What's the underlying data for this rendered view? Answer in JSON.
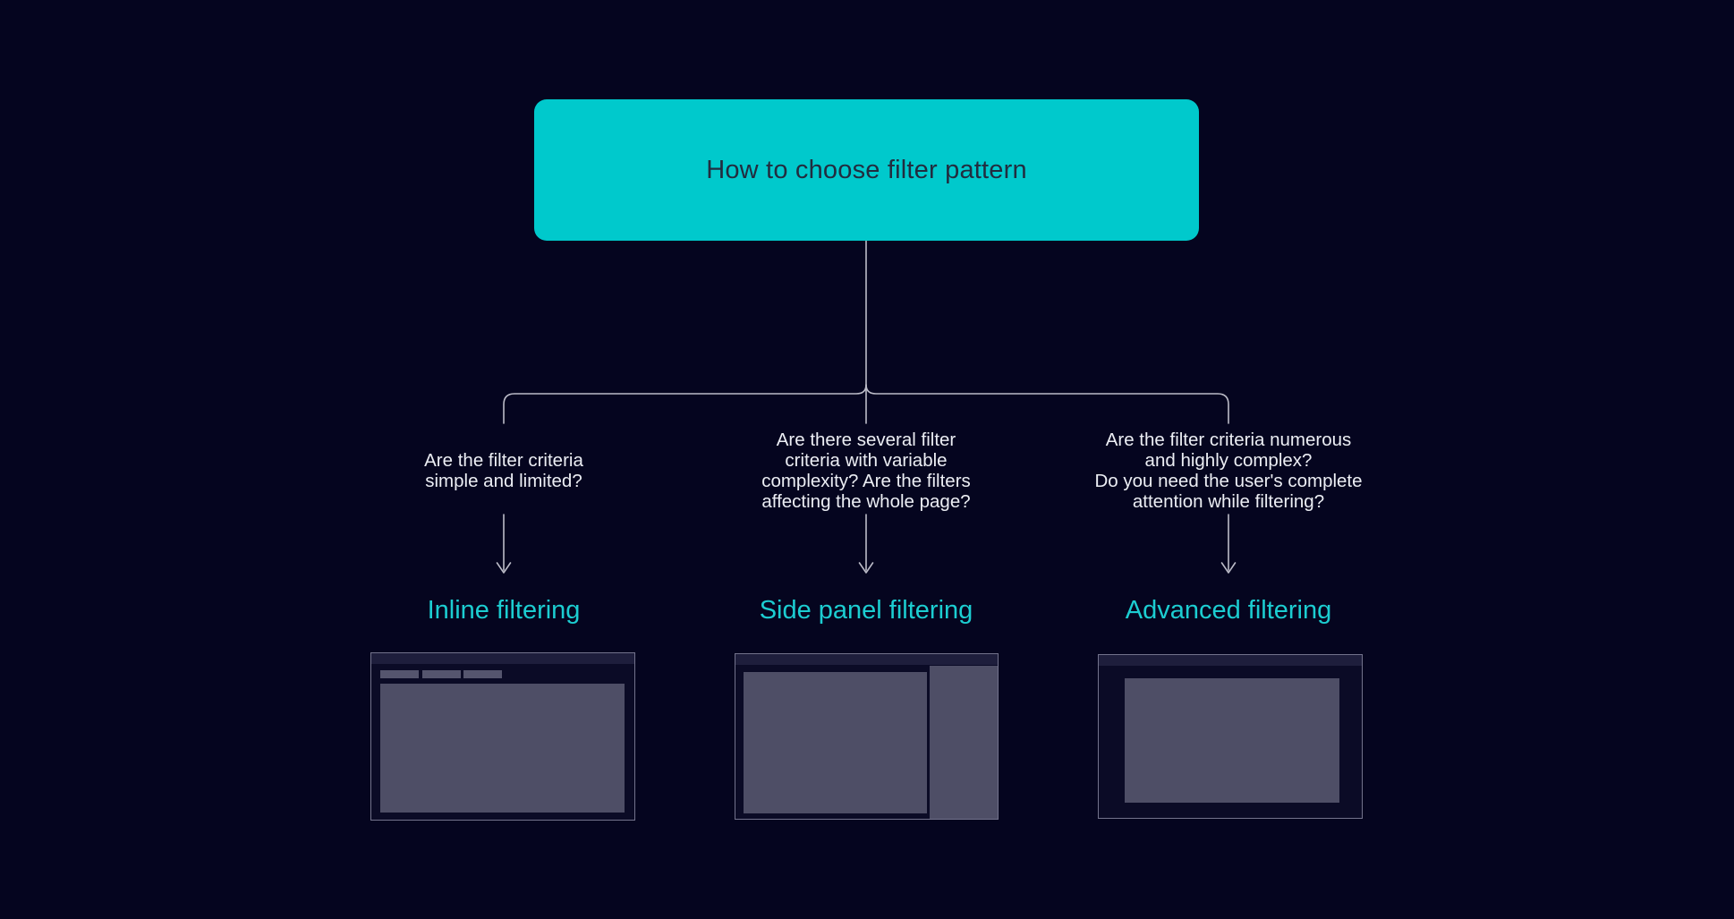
{
  "root": {
    "title": "How to choose filter pattern"
  },
  "branches": [
    {
      "id": "inline-filtering",
      "question": "Are the filter criteria\nsimple and limited?",
      "label": "Inline filtering",
      "thumbnail": "inline-filtering-wireframe"
    },
    {
      "id": "side-panel-filtering",
      "question": "Are there several filter\ncriteria with variable\ncomplexity? Are the filters\naffecting the whole page?",
      "label": "Side panel filtering",
      "thumbnail": "side-panel-filtering-wireframe"
    },
    {
      "id": "advanced-filtering",
      "question": "Are the filter criteria numerous\nand highly complex?\nDo you need the user's complete\nattention while filtering?",
      "label": "Advanced filtering",
      "thumbnail": "modal-filtering-wireframe"
    }
  ],
  "colors": {
    "background": "#05051f",
    "node_fill": "#00c9cc",
    "node_text": "#222c3f",
    "connector": "#bcbcc8",
    "question_text": "#eceef4",
    "label_teal": "#1ccdd1",
    "thumb_border": "#73738c",
    "thumb_fill": "#0b0b26",
    "thumb_titlebar": "#1e1e3c",
    "thumb_chip": "#55556e",
    "thumb_block": "#4e4e66"
  }
}
